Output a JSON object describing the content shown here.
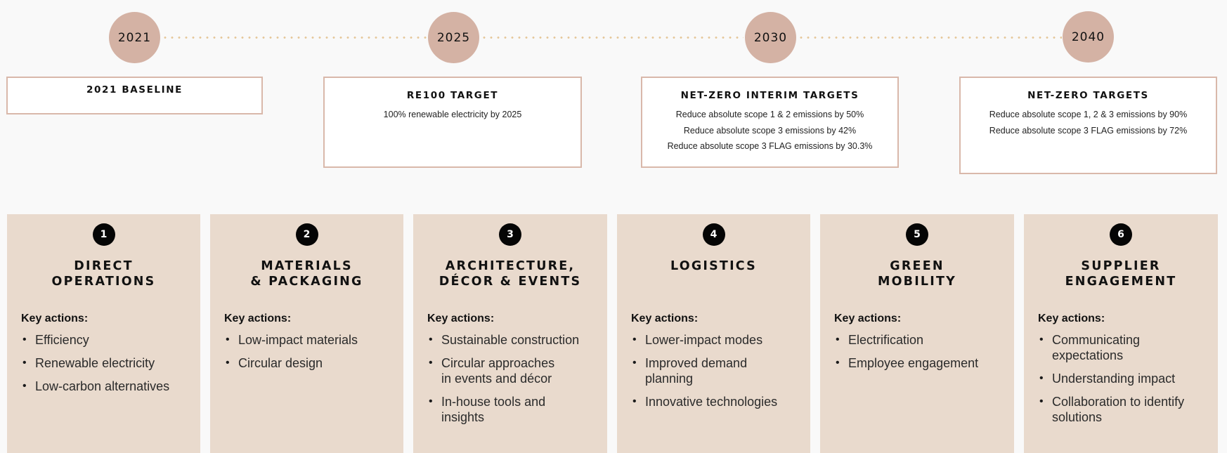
{
  "timeline": {
    "milestones": [
      {
        "year": "2021",
        "title": "2021 BASELINE",
        "lines": []
      },
      {
        "year": "2025",
        "title": "RE100 TARGET",
        "lines": [
          "100% renewable electricity by 2025"
        ]
      },
      {
        "year": "2030",
        "title": "NET-ZERO INTERIM TARGETS",
        "lines": [
          "Reduce absolute scope 1 & 2 emissions by 50%",
          "Reduce absolute scope 3 emissions by 42%",
          "Reduce absolute scope 3 FLAG emissions by 30.3%"
        ]
      },
      {
        "year": "2040",
        "title": "NET-ZERO TARGETS",
        "lines": [
          "Reduce absolute scope 1, 2 & 3 emissions by 90%",
          "Reduce absolute scope 3 FLAG emissions by 72%"
        ]
      }
    ]
  },
  "pillars": {
    "key_actions_label": "Key actions:",
    "items": [
      {
        "number": "1",
        "title": [
          "DIRECT",
          "OPERATIONS"
        ],
        "actions": [
          [
            "Efficiency"
          ],
          [
            "Renewable electricity"
          ],
          [
            "Low-carbon alternatives"
          ]
        ]
      },
      {
        "number": "2",
        "title": [
          "MATERIALS",
          "& PACKAGING"
        ],
        "actions": [
          [
            "Low-impact materials"
          ],
          [
            "Circular design"
          ]
        ]
      },
      {
        "number": "3",
        "title": [
          "ARCHITECTURE,",
          "DÉCOR & EVENTS"
        ],
        "actions": [
          [
            "Sustainable construction"
          ],
          [
            "Circular approaches",
            "in events and décor"
          ],
          [
            "In-house tools and",
            "insights"
          ]
        ]
      },
      {
        "number": "4",
        "title": [
          "LOGISTICS"
        ],
        "actions": [
          [
            "Lower-impact modes"
          ],
          [
            "Improved demand",
            "planning"
          ],
          [
            "Innovative technologies"
          ]
        ]
      },
      {
        "number": "5",
        "title": [
          "GREEN",
          "MOBILITY"
        ],
        "actions": [
          [
            "Electrification"
          ],
          [
            "Employee engagement"
          ]
        ]
      },
      {
        "number": "6",
        "title": [
          "SUPPLIER",
          "ENGAGEMENT"
        ],
        "actions": [
          [
            "Communicating",
            "expectations"
          ],
          [
            "Understanding impact"
          ],
          [
            "Collaboration to identify",
            "solutions"
          ]
        ]
      }
    ]
  },
  "colors": {
    "background": "#f9f9f9",
    "year_circle": "#d4b2a4",
    "dotted_line": "#e6c79a",
    "target_border": "#d9b8aa",
    "card_bg": "#e9dacd",
    "number_badge": "#050505"
  }
}
